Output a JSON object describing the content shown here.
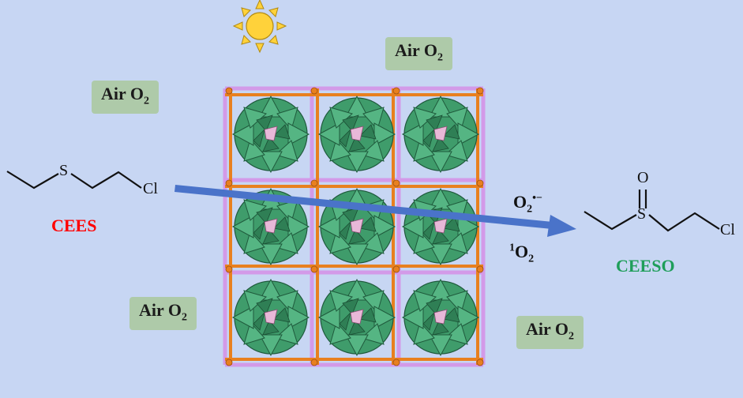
{
  "labels": {
    "air": "Air O",
    "air_sub": "2",
    "reactant_name": "CEES",
    "product_name": "CEESO",
    "superoxide_main": "O",
    "superoxide_sub": "2",
    "superoxide_sup": "•−",
    "singlet_sup": "1",
    "singlet_main": "O",
    "singlet_sub": "2",
    "atom_s": "S",
    "atom_cl": "Cl",
    "atom_o": "O"
  },
  "colors": {
    "background": "#c7d6f3",
    "label_box": "#aecaa9",
    "reactant": "#ff0000",
    "product": "#1f9e5a",
    "arrow": "#4a73c9",
    "framework_orange": "#e8801f",
    "framework_pink": "#d39ae8",
    "cluster_green": "#3f9c6b",
    "sun": "#ffd23a"
  },
  "icons": [
    "sun-icon",
    "reaction-arrow",
    "mof-framework"
  ]
}
